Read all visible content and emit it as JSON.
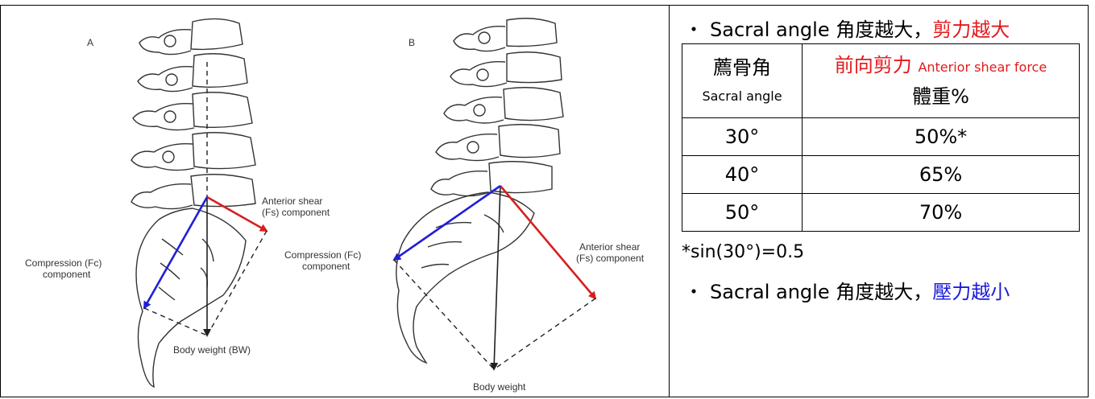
{
  "figure": {
    "panel_a": {
      "letter": "A",
      "shear_label": [
        "Anterior shear",
        "(Fs) component"
      ],
      "compression_label": [
        "Compression (Fc)",
        "component"
      ],
      "weight_label": "Body weight (BW)"
    },
    "panel_b": {
      "letter": "B",
      "shear_label": [
        "Anterior shear",
        "(Fs) component"
      ],
      "compression_label": [
        "Compression (Fc)",
        "component"
      ],
      "weight_label": "Body weight"
    },
    "colors": {
      "shear": "#d71f1f",
      "compression": "#1f1fd7",
      "weight": "#222222"
    }
  },
  "notes": {
    "bullet1": {
      "dot": "・",
      "prefix": "Sacral angle 角度越大，",
      "highlight": "剪力越大"
    },
    "bullet2": {
      "dot": "・",
      "prefix": "Sacral angle 角度越大，",
      "highlight": "壓力越小"
    },
    "footnote": "*sin(30°)=0.5"
  },
  "table": {
    "col1_header_cn": "薦骨角",
    "col1_header_en": "Sacral angle",
    "col2_header_cn": "前向剪力",
    "col2_header_en": "Anterior shear force",
    "col2_header_unit": "體重%",
    "rows": [
      {
        "angle": "30°",
        "value": "50%*"
      },
      {
        "angle": "40°",
        "value": "65%"
      },
      {
        "angle": "50°",
        "value": "70%"
      }
    ]
  }
}
